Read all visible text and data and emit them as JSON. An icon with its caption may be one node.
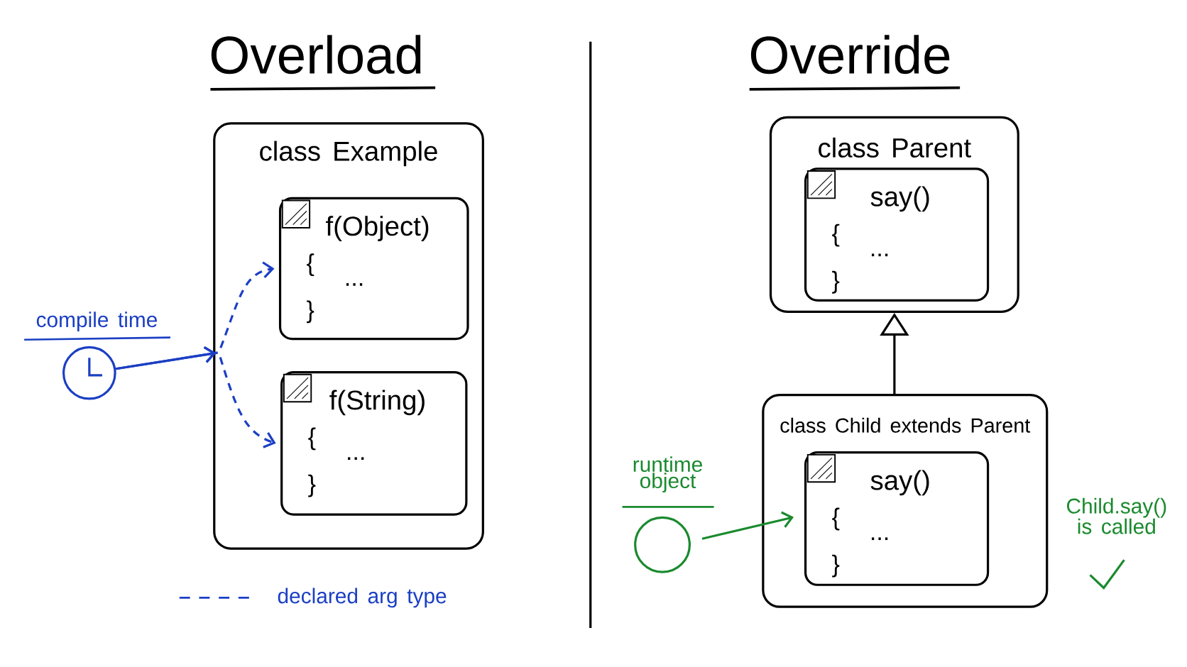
{
  "diagram": {
    "nodes": [
      {
        "text": [
          "class Example"
        ]
      },
      {
        "text": [
          "f(Object)",
          "{",
          "...",
          "}"
        ],
        "in": 0
      },
      {
        "text": [
          "f(String)",
          "{",
          "...",
          "}"
        ],
        "in": 0
      },
      {
        "text": [
          "compile time"
        ]
      },
      {
        "text": [
          "class Parent"
        ]
      },
      {
        "text": [
          "say()",
          "{",
          "...",
          "}"
        ],
        "in": 4
      },
      {
        "text": [
          "class Child extends Parent"
        ]
      },
      {
        "text": [
          "say()",
          "{",
          "...",
          "}"
        ],
        "in": 6
      },
      {
        "text": [],
        "shape": "circle",
        "beside": [
          "runtime object"
        ]
      }
    ],
    "edges": [
      {
        "from": 3,
        "to": 1,
        "arrow": "to",
        "style": "dashed",
        "color": "#1b3fc4"
      },
      {
        "from": 3,
        "to": 2,
        "arrow": "to",
        "style": "dashed",
        "color": "#1b3fc4"
      },
      {
        "from": 6,
        "to": 4,
        "arrow": "to",
        "color": "#000000"
      },
      {
        "from": 8,
        "to": 7,
        "arrow": "to",
        "color": "#1a8a2e"
      }
    ],
    "labels": [
      "Overload",
      "Override",
      "Child.say() is called"
    ],
    "legend": [
      {
        "text": "declared arg type"
      }
    ]
  }
}
